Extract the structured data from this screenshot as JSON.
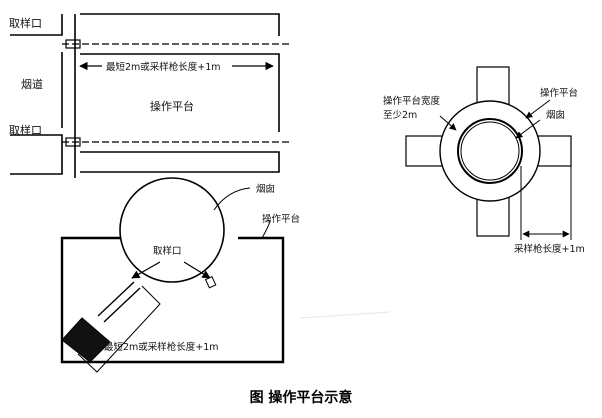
{
  "figure_caption": "图  操作平台示意",
  "top_left": {
    "sample_port_upper": "取样口",
    "flue_label": "烟道",
    "sample_port_lower": "取样口",
    "length_note": "最短2m或采样枪长度+1m",
    "platform_label": "操作平台"
  },
  "bottom_left": {
    "chimney_label": "烟囱",
    "platform_label": "操作平台",
    "sample_port_label": "取样口",
    "length_note": "最短2m或采样枪长度+1m"
  },
  "right": {
    "platform_width_line1": "操作平台宽度",
    "platform_width_line2": "至少2m",
    "platform_label": "操作平台",
    "chimney_label": "烟囱",
    "probe_length_note": "采样枪长度+1m"
  }
}
